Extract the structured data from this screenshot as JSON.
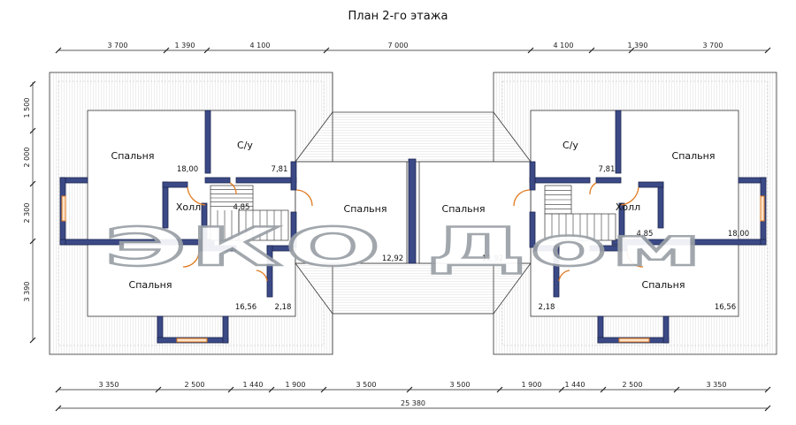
{
  "title": "План 2-го этажа",
  "dims_top": [
    "3 700",
    "1 390",
    "4 100",
    "7 000",
    "4 100",
    "1 390",
    "3 700"
  ],
  "dims_left": [
    "1 500",
    "2 000",
    "2 300",
    "3 390"
  ],
  "dims_bottom": [
    "3 350",
    "2 500",
    "1 440",
    "1 900",
    "3 500",
    "3 500",
    "1 900",
    "1 440",
    "2 500",
    "3 350"
  ],
  "dim_total": "25 380",
  "left_unit": {
    "bedroom_top": "Спальня",
    "bedroom_top_area": "18,00",
    "bath": "С/у",
    "bath_area": "7,81",
    "hall": "Холл",
    "hall_area": "4,85",
    "bedroom_bottom": "Спальня",
    "bedroom_bottom_area": "16,56",
    "closet_area": "2,18",
    "bedroom_center": "Спальня",
    "bedroom_center_area": "12,92"
  },
  "right_unit": {
    "bedroom_top": "Спальня",
    "bedroom_top_area": "18,00",
    "bath": "С/у",
    "bath_area": "7,81",
    "hall": "Холл",
    "hall_area": "4,85",
    "bedroom_bottom": "Спальня",
    "bedroom_bottom_area": "16,56",
    "closet_area": "2,18",
    "bedroom_center": "Спальня",
    "bedroom_center_area": "12,92"
  },
  "watermark": "ЭКО Дом",
  "colors": {
    "wall": "#3b4a86",
    "door": "#e07a1f",
    "window": "#e07a1f"
  }
}
